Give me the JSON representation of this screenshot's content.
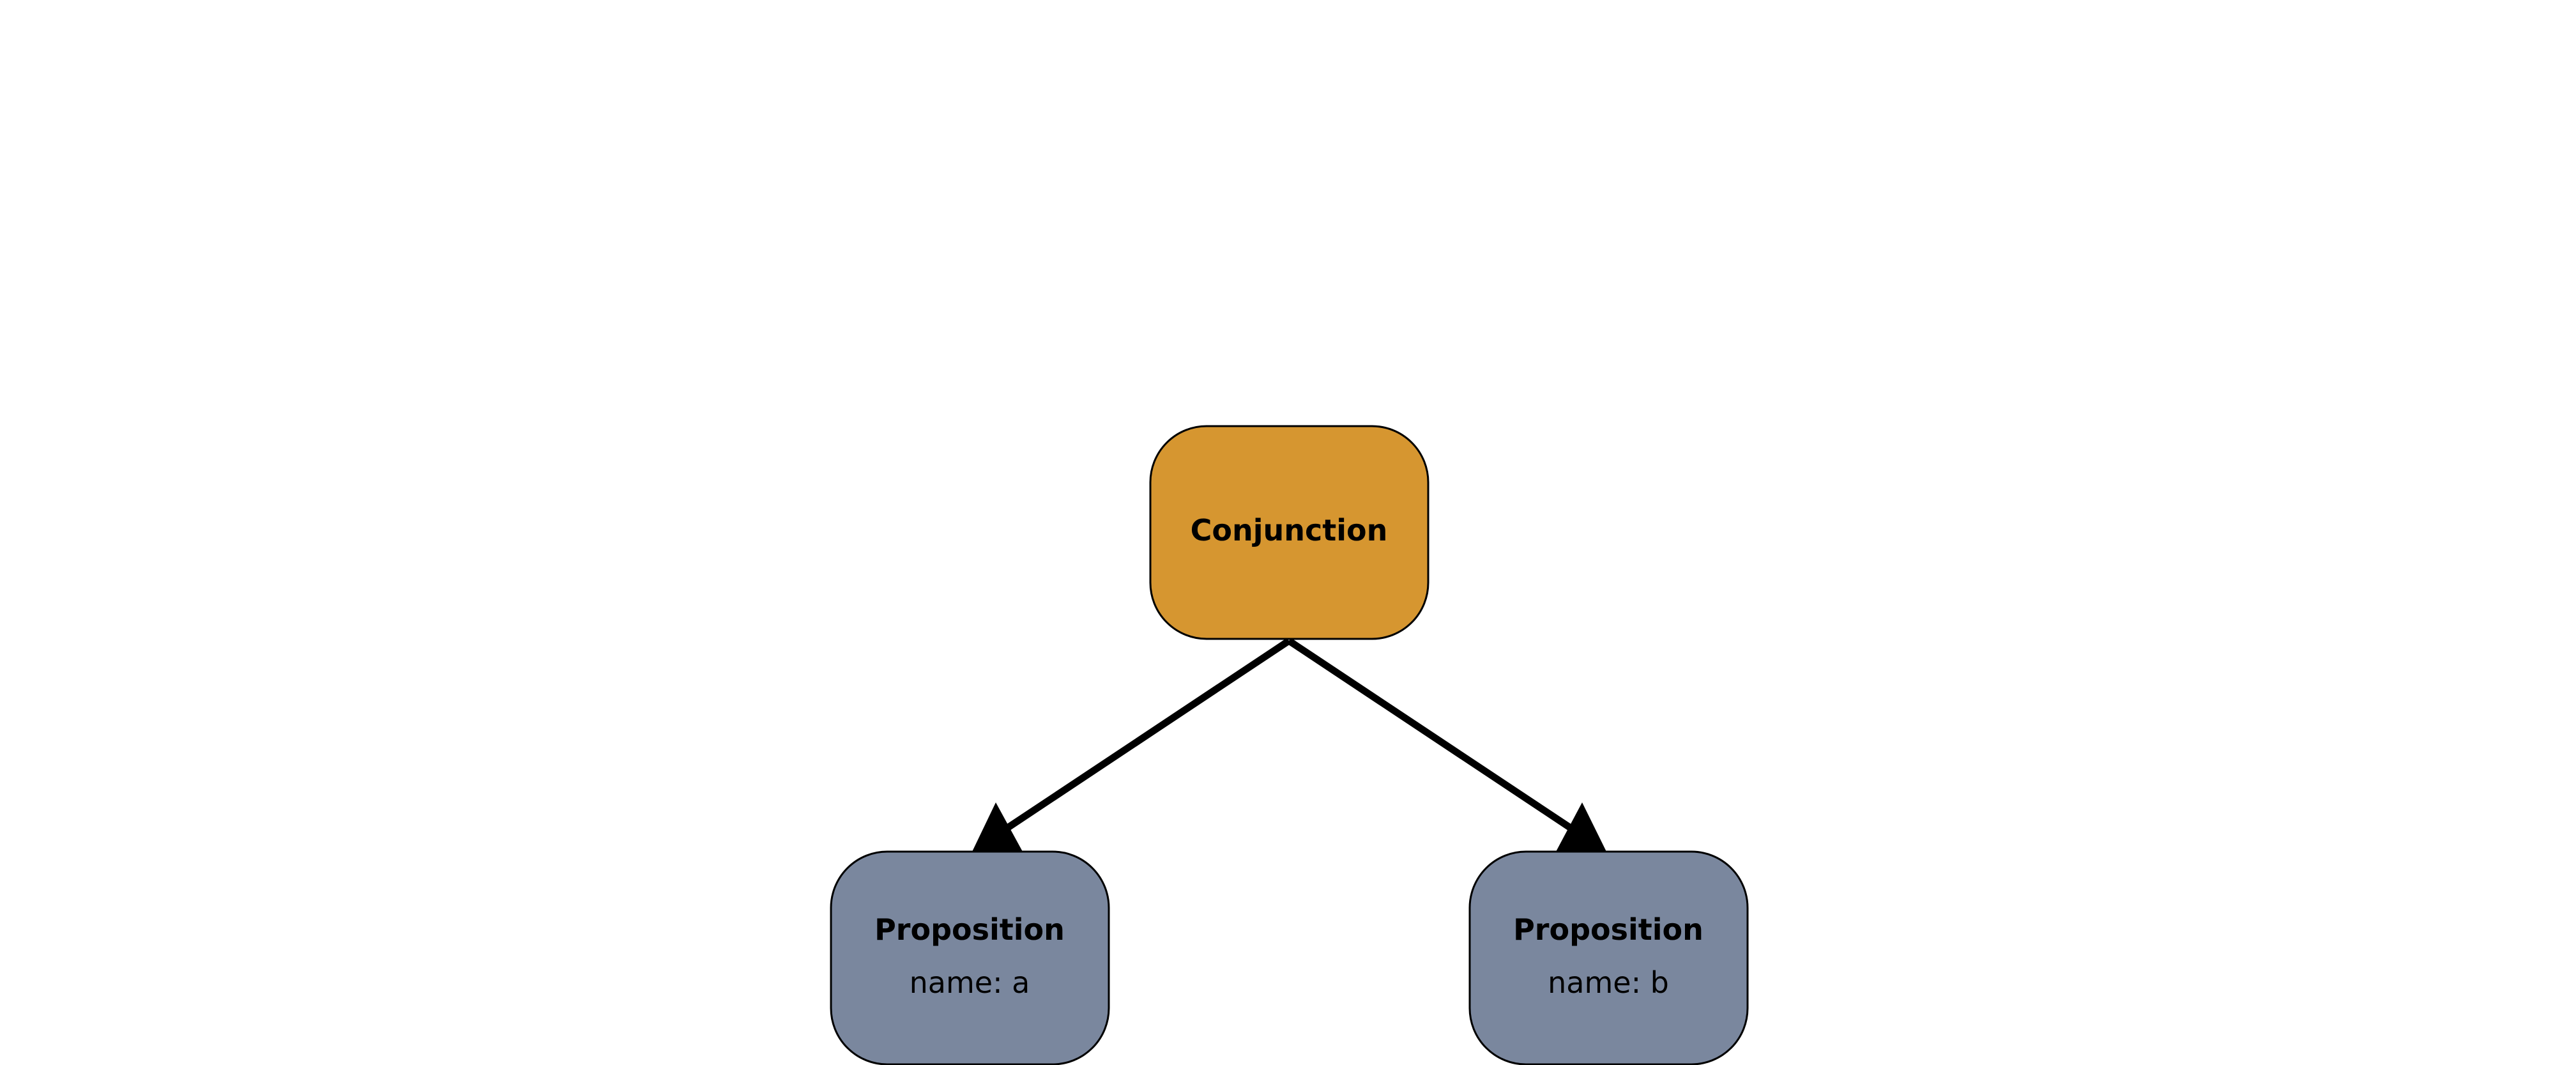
{
  "colors": {
    "background": "#ffffff",
    "conjunction_fill": "#d69630",
    "proposition_fill": "#7a879e",
    "stroke": "#000000"
  },
  "nodes": {
    "root": {
      "title": "Conjunction",
      "icon": ""
    },
    "left": {
      "title": "Proposition",
      "detail": "name: a"
    },
    "right": {
      "title": "Proposition",
      "detail": "name: b"
    }
  },
  "edges": [
    {
      "from": "root",
      "to": "left",
      "style": "arrow"
    },
    {
      "from": "root",
      "to": "right",
      "style": "arrow"
    }
  ]
}
